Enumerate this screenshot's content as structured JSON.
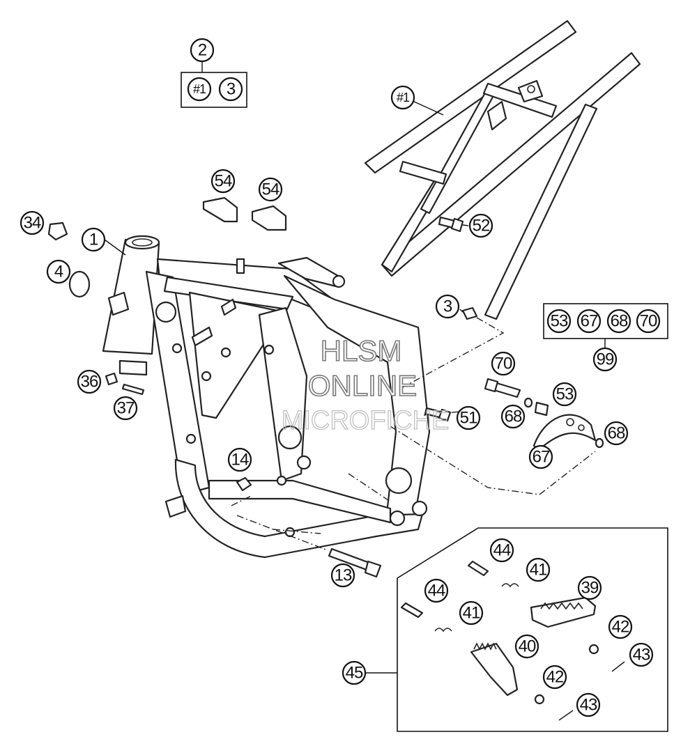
{
  "watermark": {
    "line1": "HLSM",
    "line2": "ONLINE",
    "line3": "MICROFICHE"
  },
  "callouts": [
    {
      "id": "c1",
      "label": "2"
    },
    {
      "id": "c2",
      "label": "#1"
    },
    {
      "id": "c3",
      "label": "3"
    },
    {
      "id": "c4",
      "label": "#1"
    },
    {
      "id": "c5",
      "label": "54"
    },
    {
      "id": "c6",
      "label": "54"
    },
    {
      "id": "c7",
      "label": "34"
    },
    {
      "id": "c8",
      "label": "1"
    },
    {
      "id": "c9",
      "label": "4"
    },
    {
      "id": "c10",
      "label": "52"
    },
    {
      "id": "c11",
      "label": "3"
    },
    {
      "id": "c12",
      "label": "53"
    },
    {
      "id": "c13",
      "label": "67"
    },
    {
      "id": "c14",
      "label": "68"
    },
    {
      "id": "c15",
      "label": "70"
    },
    {
      "id": "c16",
      "label": "99"
    },
    {
      "id": "c17",
      "label": "70"
    },
    {
      "id": "c18",
      "label": "36"
    },
    {
      "id": "c19",
      "label": "37"
    },
    {
      "id": "c20",
      "label": "53"
    },
    {
      "id": "c21",
      "label": "51"
    },
    {
      "id": "c22",
      "label": "68"
    },
    {
      "id": "c23",
      "label": "68"
    },
    {
      "id": "c24",
      "label": "67"
    },
    {
      "id": "c25",
      "label": "14"
    },
    {
      "id": "c26",
      "label": "13"
    },
    {
      "id": "c27",
      "label": "44"
    },
    {
      "id": "c28",
      "label": "41"
    },
    {
      "id": "c29",
      "label": "44"
    },
    {
      "id": "c30",
      "label": "39"
    },
    {
      "id": "c31",
      "label": "41"
    },
    {
      "id": "c32",
      "label": "40"
    },
    {
      "id": "c33",
      "label": "42"
    },
    {
      "id": "c34",
      "label": "43"
    },
    {
      "id": "c35",
      "label": "45"
    },
    {
      "id": "c36",
      "label": "42"
    },
    {
      "id": "c37",
      "label": "43"
    }
  ]
}
